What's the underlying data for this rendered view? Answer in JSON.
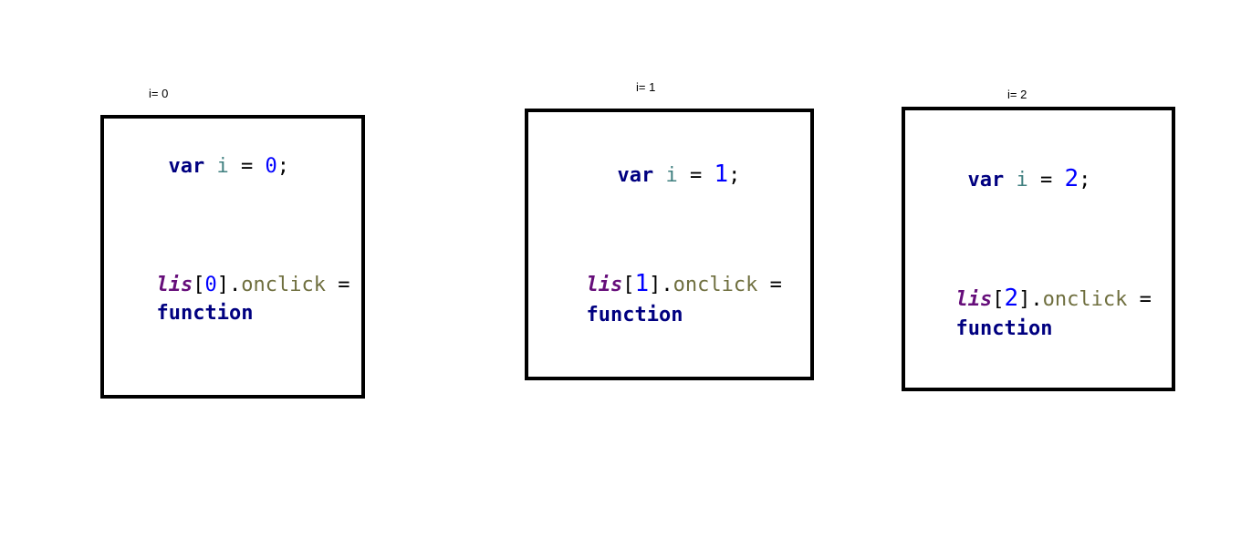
{
  "panels": [
    {
      "caption": "i= 0",
      "decl": {
        "keyword": "var",
        "ident": "i",
        "op": "=",
        "value": "0",
        "end": ";"
      },
      "handler": {
        "object": "lis",
        "open": "[",
        "index": "0",
        "close": "]",
        "dot": ".",
        "prop": "onclick",
        "op": "=",
        "func": "function"
      }
    },
    {
      "caption": "i= 1",
      "decl": {
        "keyword": "var",
        "ident": "i",
        "op": "=",
        "value": "1",
        "end": ";"
      },
      "handler": {
        "object": "lis",
        "open": "[",
        "index": "1",
        "close": "]",
        "dot": ".",
        "prop": "onclick",
        "op": "=",
        "func": "function"
      }
    },
    {
      "caption": "i= 2",
      "decl": {
        "keyword": "var",
        "ident": "i",
        "op": "=",
        "value": "2",
        "end": ";"
      },
      "handler": {
        "object": "lis",
        "open": "[",
        "index": "2",
        "close": "]",
        "dot": ".",
        "prop": "onclick",
        "op": "=",
        "func": "function"
      }
    }
  ],
  "colors": {
    "keyword": "#000080",
    "identifier": "#3f7f7f",
    "number": "#0000ff",
    "italic_object": "#660e7a",
    "property": "#6f6f3f",
    "border": "#000000"
  }
}
